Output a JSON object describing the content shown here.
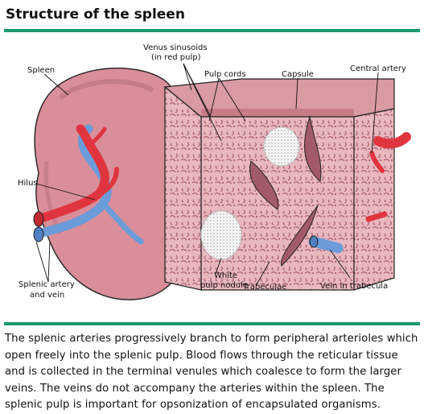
{
  "page": {
    "title": "Structure of the spleen",
    "accent_color": "#1a9a6c"
  },
  "diagram": {
    "labels": {
      "spleen": "Spleen",
      "venus_sinusoids_1": "Venus sinusoids",
      "venus_sinusoids_2": "(in red pulp)",
      "pulp_cords": "Pulp cords",
      "capsule": "Capsule",
      "central_artery": "Central artery",
      "hilus": "Hilus",
      "splenic_artery_1": "Splenic artery",
      "splenic_artery_2": "and vein",
      "white_pulp_1": "White",
      "white_pulp_2": "pulp nodule",
      "trabeculae": "Trabeculae",
      "vein_in_trabecula": "Vein in trabecula"
    },
    "colors": {
      "spleen": "#d98e9a",
      "spleen_edge": "#b56f7c",
      "tissue": "#e9b8bf",
      "trabecula": "#a25a68",
      "artery": "#e0353f",
      "vein": "#6b9bd9",
      "white_pulp": "#f2f2f2"
    }
  },
  "caption": {
    "text": "The splenic arteries progressively branch to form peripheral arterioles which open freely into the splenic pulp. Blood flows through the reticular tissue and is collected in the terminal venules which coalesce to form the larger veins. The veins do not accompany the arteries within the spleen. The splenic pulp is important for opsonization of encapsulated organisms."
  }
}
